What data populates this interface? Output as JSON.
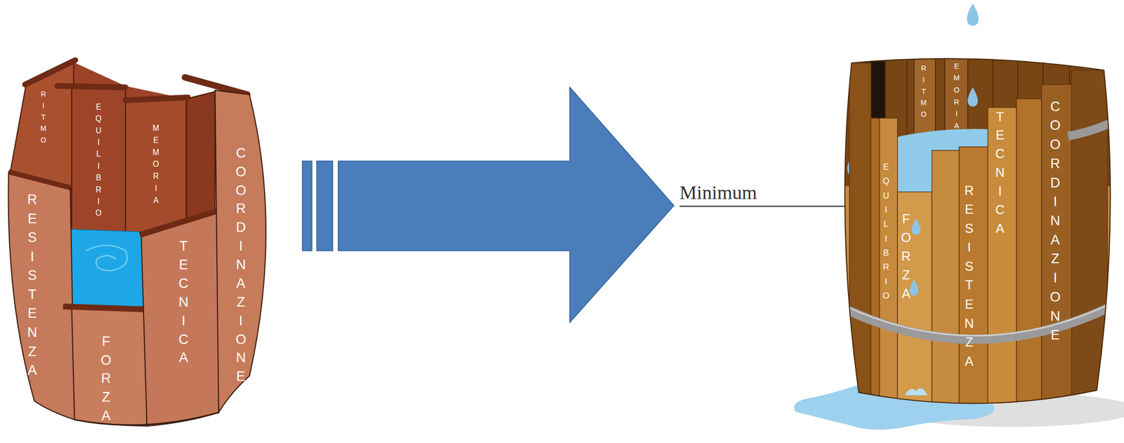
{
  "diagram": {
    "nodes": [
      {
        "text": [
          "RITMO"
        ]
      },
      {
        "text": [
          "RESISTENZA"
        ]
      },
      {
        "text": [
          "EQUILIBRIO"
        ]
      },
      {
        "text": [
          "FORZA"
        ]
      },
      {
        "text": [
          "MEMORIA"
        ]
      },
      {
        "text": [
          "TECNICA"
        ]
      },
      {
        "text": [
          "COORDINAZIONE"
        ]
      },
      {
        "text": [
          "EQUILIBRIO"
        ]
      },
      {
        "text": [
          "FORZA"
        ]
      },
      {
        "text": [
          "RITMO"
        ]
      },
      {
        "text": [
          "MEMORIA"
        ]
      },
      {
        "text": [
          "RESISTENZA"
        ]
      },
      {
        "text": [
          "TECNICA"
        ]
      },
      {
        "text": [
          "COORDINAZIONE"
        ]
      }
    ],
    "labels": [
      "Minimum"
    ]
  }
}
